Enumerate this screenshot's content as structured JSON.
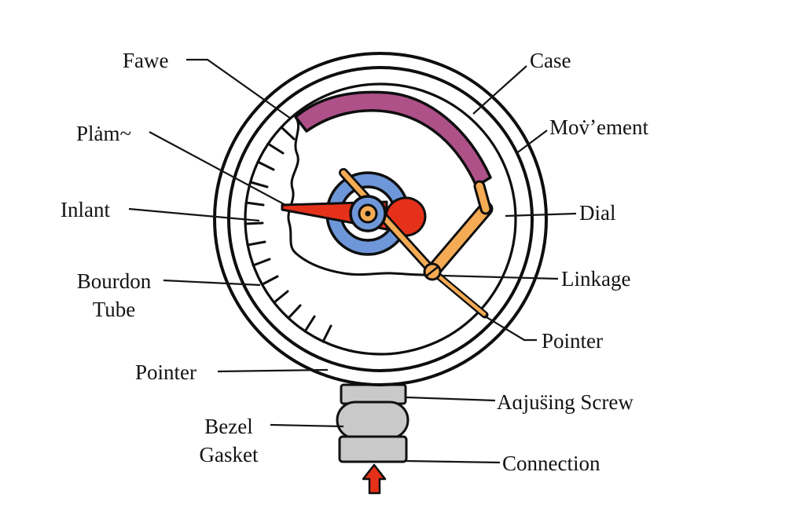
{
  "diagram": {
    "subject": "pressure-gauge-cutaway",
    "labels": {
      "face": {
        "text": "Fawe"
      },
      "plate": {
        "text": "Plȧm~"
      },
      "inlet": {
        "text": "Inlant"
      },
      "bourdon_tube": {
        "line1": "Bourdon",
        "line2": "Tube"
      },
      "pointer_left": {
        "text": "Pointer"
      },
      "bezel_gasket": {
        "line1": "Bezel",
        "line2": "Gasket"
      },
      "case": {
        "text": "Case"
      },
      "movement": {
        "text": "Mov̇ʼement"
      },
      "dial": {
        "text": "Dial"
      },
      "linkage": {
        "text": "Linkage"
      },
      "pointer_right": {
        "text": "Pointer"
      },
      "adjusting_screw": {
        "text": "Aɑjus̈ing Screw"
      },
      "connection": {
        "text": "Connection"
      }
    },
    "colors": {
      "bourdon_tube_purple": "#ae5189",
      "movement_wheel_blue": "#6e97d9",
      "linkage_orange": "#f5ab54",
      "pointer_red": "#e53119",
      "connection_gray": "#c9c9c9",
      "outline_black": "#111111"
    }
  }
}
